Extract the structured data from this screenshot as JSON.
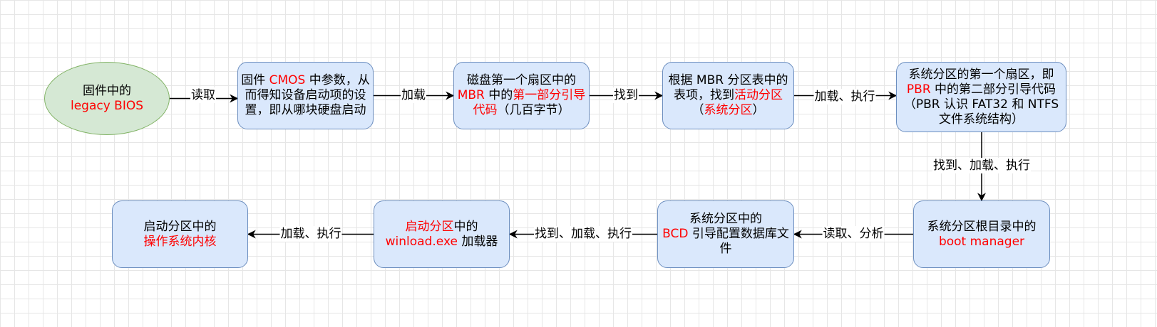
{
  "nodes": [
    {
      "id": "n1",
      "shape": "ellipse",
      "parts": [
        {
          "text": "固件中的",
          "hl": false
        },
        {
          "br": true
        },
        {
          "text": "legacy BIOS",
          "hl": true
        }
      ]
    },
    {
      "id": "n2",
      "shape": "box",
      "parts": [
        {
          "text": "固件 ",
          "hl": false
        },
        {
          "text": "CMOS",
          "hl": true
        },
        {
          "text": " 中参数，从而得知设备启动项的设置，即从哪块硬盘启动",
          "hl": false
        }
      ]
    },
    {
      "id": "n3",
      "shape": "box",
      "parts": [
        {
          "text": "磁盘第一个扇区中的",
          "hl": false
        },
        {
          "text": "MBR",
          "hl": true
        },
        {
          "text": " 中的",
          "hl": false
        },
        {
          "text": "第一部分引导代码",
          "hl": true
        },
        {
          "text": "（几百字节）",
          "hl": false
        }
      ]
    },
    {
      "id": "n4",
      "shape": "box",
      "parts": [
        {
          "text": "根据 MBR 分区表中的表项，找到",
          "hl": false
        },
        {
          "text": "活动分区",
          "hl": true
        },
        {
          "text": "（",
          "hl": false
        },
        {
          "text": "系统分区",
          "hl": true
        },
        {
          "text": "）",
          "hl": false
        }
      ]
    },
    {
      "id": "n5",
      "shape": "box",
      "parts": [
        {
          "text": "系统分区的第一个扇区，即 ",
          "hl": false
        },
        {
          "text": "PBR",
          "hl": true
        },
        {
          "text": " 中的第二部分引导代码（PBR 认识 FAT32 和 NTFS文件系统结构）",
          "hl": false
        }
      ]
    },
    {
      "id": "n6",
      "shape": "box",
      "parts": [
        {
          "text": "系统分区根目录中的",
          "hl": false
        },
        {
          "br": true
        },
        {
          "text": "boot manager",
          "hl": true
        }
      ]
    },
    {
      "id": "n7",
      "shape": "box",
      "parts": [
        {
          "text": "系统分区中的",
          "hl": false
        },
        {
          "br": true
        },
        {
          "text": "BCD",
          "hl": true
        },
        {
          "text": " 引导配置数据库文件",
          "hl": false
        }
      ]
    },
    {
      "id": "n8",
      "shape": "box",
      "parts": [
        {
          "text": "启动分区",
          "hl": true
        },
        {
          "text": "中的",
          "hl": false
        },
        {
          "br": true
        },
        {
          "text": "winload.exe",
          "hl": true
        },
        {
          "text": " 加载器",
          "hl": false
        }
      ]
    },
    {
      "id": "n9",
      "shape": "box",
      "parts": [
        {
          "text": "启动分区中的",
          "hl": false
        },
        {
          "br": true
        },
        {
          "text": "操作系统内核",
          "hl": true
        }
      ]
    }
  ],
  "edges": [
    {
      "from": "n1",
      "to": "n2",
      "label": "读取"
    },
    {
      "from": "n2",
      "to": "n3",
      "label": "加载"
    },
    {
      "from": "n3",
      "to": "n4",
      "label": "找到"
    },
    {
      "from": "n4",
      "to": "n5",
      "label": "加载、执行"
    },
    {
      "from": "n5",
      "to": "n6",
      "label": "找到、加载、执行"
    },
    {
      "from": "n6",
      "to": "n7",
      "label": "读取、分析"
    },
    {
      "from": "n7",
      "to": "n8",
      "label": "找到、加载、执行"
    },
    {
      "from": "n8",
      "to": "n9",
      "label": "加载、执行"
    }
  ],
  "colors": {
    "box_fill": "#dae8fc",
    "box_stroke": "#6c8ebf",
    "ellipse_fill": "#d5e8d4",
    "ellipse_stroke": "#82b366",
    "highlight": "#ff0000",
    "edge": "#000000"
  }
}
